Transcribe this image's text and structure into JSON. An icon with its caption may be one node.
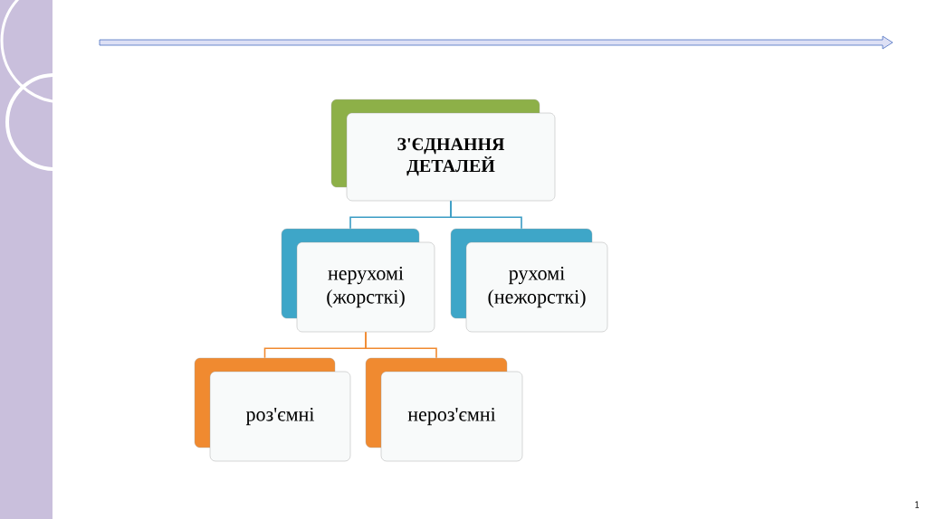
{
  "diagram": {
    "nodes": [
      {
        "text": [
          "З'ЄДНАННЯ ДЕТАЛЕЙ"
        ]
      },
      {
        "text": [
          "нерухомі (жорсткі)"
        ]
      },
      {
        "text": [
          "рухомі (нежорсткі)"
        ]
      },
      {
        "text": [
          "роз'ємні"
        ]
      },
      {
        "text": [
          "нероз'ємні"
        ]
      }
    ],
    "edges": [
      {
        "from": 0,
        "to": 1,
        "arrow": "none",
        "color": "#3a9cc4"
      },
      {
        "from": 0,
        "to": 2,
        "arrow": "none",
        "color": "#3a9cc4"
      },
      {
        "from": 1,
        "to": 3,
        "arrow": "none",
        "color": "#f08a30"
      },
      {
        "from": 1,
        "to": 4,
        "arrow": "none",
        "color": "#f08a30"
      }
    ],
    "labels": [
      "1"
    ]
  }
}
